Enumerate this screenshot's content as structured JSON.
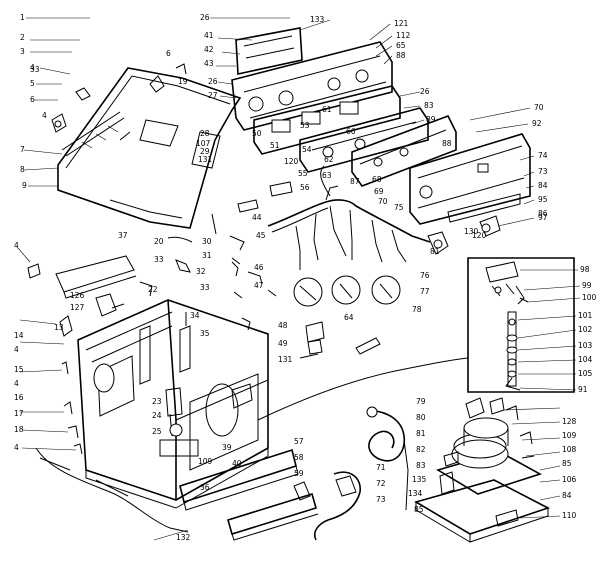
{
  "callouts": [
    {
      "id": "c1",
      "text": "1"
    },
    {
      "id": "c2",
      "text": "2"
    },
    {
      "id": "c3",
      "text": "3"
    },
    {
      "id": "c4",
      "text": "4"
    },
    {
      "id": "c5",
      "text": "5"
    },
    {
      "id": "c6",
      "text": "6"
    },
    {
      "id": "c7",
      "text": "7"
    },
    {
      "id": "c8",
      "text": "8"
    },
    {
      "id": "c9",
      "text": "9"
    },
    {
      "id": "c33a",
      "text": "33"
    },
    {
      "id": "c4b",
      "text": "4"
    },
    {
      "id": "c19",
      "text": "19"
    },
    {
      "id": "c6b",
      "text": "6"
    },
    {
      "id": "c26a",
      "text": "26"
    },
    {
      "id": "c41",
      "text": "41"
    },
    {
      "id": "c42",
      "text": "42"
    },
    {
      "id": "c43",
      "text": "43"
    },
    {
      "id": "c26b",
      "text": "26"
    },
    {
      "id": "c27",
      "text": "27"
    },
    {
      "id": "c133",
      "text": "133"
    },
    {
      "id": "c121",
      "text": "121"
    },
    {
      "id": "c112",
      "text": "112"
    },
    {
      "id": "c65",
      "text": "65"
    },
    {
      "id": "c88",
      "text": "88"
    },
    {
      "id": "c26c",
      "text": "26"
    },
    {
      "id": "c83",
      "text": "83"
    },
    {
      "id": "c89",
      "text": "89"
    },
    {
      "id": "c70",
      "text": "70"
    },
    {
      "id": "c92",
      "text": "92"
    },
    {
      "id": "c74",
      "text": "74"
    },
    {
      "id": "c73",
      "text": "73"
    },
    {
      "id": "c84",
      "text": "84"
    },
    {
      "id": "c95",
      "text": "95"
    },
    {
      "id": "c86",
      "text": "86"
    },
    {
      "id": "c97",
      "text": "97"
    },
    {
      "id": "c130",
      "text": "130"
    },
    {
      "id": "c28",
      "text": "28"
    },
    {
      "id": "c107",
      "text": "107"
    },
    {
      "id": "c29",
      "text": "29"
    },
    {
      "id": "c131",
      "text": "131"
    },
    {
      "id": "c50",
      "text": "50"
    },
    {
      "id": "c51",
      "text": "51"
    },
    {
      "id": "c53",
      "text": "53"
    },
    {
      "id": "c54",
      "text": "54"
    },
    {
      "id": "c61",
      "text": "61"
    },
    {
      "id": "c62",
      "text": "62"
    },
    {
      "id": "c63",
      "text": "63"
    },
    {
      "id": "c87",
      "text": "87"
    },
    {
      "id": "c66",
      "text": "66"
    },
    {
      "id": "c68",
      "text": "68"
    },
    {
      "id": "c69",
      "text": "69"
    },
    {
      "id": "c70b",
      "text": "70"
    },
    {
      "id": "c75",
      "text": "75"
    },
    {
      "id": "c88b",
      "text": "88"
    },
    {
      "id": "c120a",
      "text": "120"
    },
    {
      "id": "c55",
      "text": "55"
    },
    {
      "id": "c56",
      "text": "56"
    },
    {
      "id": "c44",
      "text": "44"
    },
    {
      "id": "c45",
      "text": "45"
    },
    {
      "id": "c30",
      "text": "30"
    },
    {
      "id": "c31",
      "text": "31"
    },
    {
      "id": "c46",
      "text": "46"
    },
    {
      "id": "c47",
      "text": "47"
    },
    {
      "id": "c64",
      "text": "64"
    },
    {
      "id": "c76",
      "text": "76"
    },
    {
      "id": "c77",
      "text": "77"
    },
    {
      "id": "c78",
      "text": "78"
    },
    {
      "id": "c37",
      "text": "37"
    },
    {
      "id": "c20",
      "text": "20"
    },
    {
      "id": "c33b",
      "text": "33"
    },
    {
      "id": "c32",
      "text": "32"
    },
    {
      "id": "c22",
      "text": "22"
    },
    {
      "id": "c33c",
      "text": "33"
    },
    {
      "id": "c4c",
      "text": "4"
    },
    {
      "id": "c126",
      "text": "126"
    },
    {
      "id": "c127",
      "text": "127"
    },
    {
      "id": "c13",
      "text": "13"
    },
    {
      "id": "c14",
      "text": "14"
    },
    {
      "id": "c4d",
      "text": "4"
    },
    {
      "id": "c15",
      "text": "15"
    },
    {
      "id": "c4e",
      "text": "4"
    },
    {
      "id": "c16",
      "text": "16"
    },
    {
      "id": "c17",
      "text": "17"
    },
    {
      "id": "c18",
      "text": "18"
    },
    {
      "id": "c4f",
      "text": "4"
    },
    {
      "id": "c34",
      "text": "34"
    },
    {
      "id": "c35",
      "text": "35"
    },
    {
      "id": "c23",
      "text": "23"
    },
    {
      "id": "c24",
      "text": "24"
    },
    {
      "id": "c25",
      "text": "25"
    },
    {
      "id": "c39",
      "text": "39"
    },
    {
      "id": "c109a",
      "text": "109"
    },
    {
      "id": "c40",
      "text": "40"
    },
    {
      "id": "c57",
      "text": "57"
    },
    {
      "id": "c58",
      "text": "58"
    },
    {
      "id": "c59",
      "text": "59"
    },
    {
      "id": "c36",
      "text": "36"
    },
    {
      "id": "c132",
      "text": "132"
    },
    {
      "id": "c48",
      "text": "48"
    },
    {
      "id": "c49",
      "text": "49"
    },
    {
      "id": "c131b",
      "text": "131"
    },
    {
      "id": "c71",
      "text": "71"
    },
    {
      "id": "c72",
      "text": "72"
    },
    {
      "id": "c73b",
      "text": "73"
    },
    {
      "id": "c120b",
      "text": "120"
    },
    {
      "id": "c81",
      "text": "81"
    },
    {
      "id": "c98",
      "text": "98"
    },
    {
      "id": "c99",
      "text": "99"
    },
    {
      "id": "c100",
      "text": "100"
    },
    {
      "id": "c101",
      "text": "101"
    },
    {
      "id": "c102",
      "text": "102"
    },
    {
      "id": "c103",
      "text": "103"
    },
    {
      "id": "c104",
      "text": "104"
    },
    {
      "id": "c105",
      "text": "105"
    },
    {
      "id": "c91",
      "text": "91"
    },
    {
      "id": "c79",
      "text": "79"
    },
    {
      "id": "c80",
      "text": "80"
    },
    {
      "id": "c128",
      "text": "128"
    },
    {
      "id": "c81b",
      "text": "81"
    },
    {
      "id": "c109b",
      "text": "109"
    },
    {
      "id": "c82",
      "text": "82"
    },
    {
      "id": "c108",
      "text": "108"
    },
    {
      "id": "c83b",
      "text": "83"
    },
    {
      "id": "c85",
      "text": "85"
    },
    {
      "id": "c135",
      "text": "135"
    },
    {
      "id": "c106",
      "text": "106"
    },
    {
      "id": "c134",
      "text": "134"
    },
    {
      "id": "c84b",
      "text": "84"
    },
    {
      "id": "c85b",
      "text": "85"
    },
    {
      "id": "c110",
      "text": "110"
    }
  ]
}
